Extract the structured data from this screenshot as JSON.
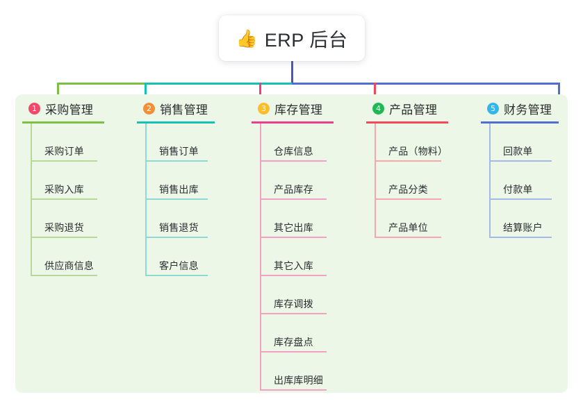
{
  "root": {
    "icon": "thumbs-up-emoji",
    "emoji": "👍",
    "title": "ERP 后台"
  },
  "colors": {
    "panel_background": "#edf7e8",
    "page_background": "#ffffff",
    "root_stem": "#4e54b8",
    "text": "#2b2d30"
  },
  "columns": [
    {
      "index": "1",
      "badge_color": "#f2496b",
      "line_color": "#7ac143",
      "line_color_light": "#b6d99a",
      "connector_color": "#7ac143",
      "title": "采购管理",
      "items": [
        "采购订单",
        "采购入库",
        "采购退货",
        "供应商信息"
      ]
    },
    {
      "index": "2",
      "badge_color": "#f29037",
      "line_color": "#13c2b4",
      "line_color_light": "#8fd9d4",
      "connector_color": "#13c2b4",
      "title": "销售管理",
      "items": [
        "销售订单",
        "销售出库",
        "销售退货",
        "客户信息"
      ]
    },
    {
      "index": "3",
      "badge_color": "#fbbd2a",
      "line_color": "#ea3d8c",
      "line_color_light": "#f3a0c5",
      "connector_color": "#ea3d8c",
      "title": "库存管理",
      "items": [
        "仓库信息",
        "产品库存",
        "其它出库",
        "其它入库",
        "库存调拨",
        "库存盘点",
        "出库库明细"
      ]
    },
    {
      "index": "4",
      "badge_color": "#1fb954",
      "line_color": "#f4485a",
      "line_color_light": "#f5a7ad",
      "connector_color": "#f4485a",
      "title": "产品管理",
      "items": [
        "产品（物料）",
        "产品分类",
        "产品单位"
      ]
    },
    {
      "index": "5",
      "badge_color": "#35b6e8",
      "line_color": "#4e6fd0",
      "line_color_light": "#a5b9e8",
      "connector_color": "#4e6fd0",
      "title": "财务管理",
      "items": [
        "回款单",
        "付款单",
        "结算账户"
      ]
    }
  ],
  "connector_bar": {
    "segments": [
      {
        "color": "#7ac143",
        "label": "segment-purchasing"
      },
      {
        "color": "#13c2b4",
        "label": "segment-sales"
      },
      {
        "color": "#4e6fd0",
        "label": "segment-right"
      }
    ]
  }
}
